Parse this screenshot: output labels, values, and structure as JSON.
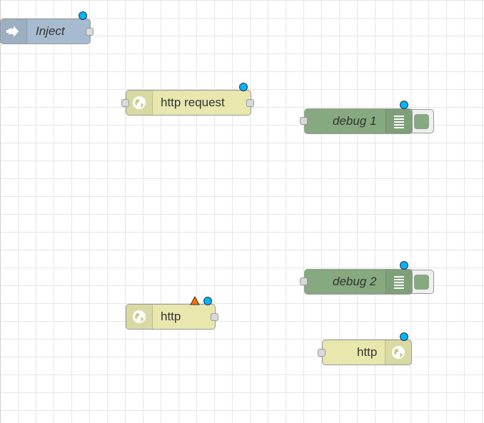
{
  "colors": {
    "inject_fill": "#a6bbcf",
    "http_fill": "#e7e7ae",
    "debug_fill": "#87a980",
    "changed_dot": "#00b4ff",
    "warning": "#ff6f00",
    "grid_line": "#e6e6e6"
  },
  "nodes": [
    {
      "id": "inject",
      "label": "Inject",
      "type": "inject",
      "icon": "inject-arrow-icon",
      "changed": true
    },
    {
      "id": "http-request",
      "label": "http request",
      "type": "http request",
      "icon": "globe-icon",
      "changed": true
    },
    {
      "id": "debug-1",
      "label": "debug 1",
      "type": "debug",
      "icon": "list-icon",
      "changed": true
    },
    {
      "id": "debug-2",
      "label": "debug 2",
      "type": "debug",
      "icon": "list-icon",
      "changed": true
    },
    {
      "id": "http-in",
      "label": "http",
      "type": "http in",
      "icon": "globe-icon",
      "changed": true,
      "warning": true
    },
    {
      "id": "http-response",
      "label": "http",
      "type": "http response",
      "icon": "globe-icon",
      "changed": true
    }
  ]
}
